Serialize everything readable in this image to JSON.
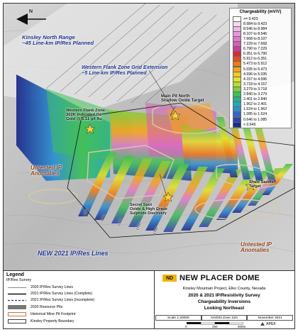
{
  "map": {
    "labels": {
      "kinsley_north": "Kinsley North Range\n~45 Line-km IP/Res Planned",
      "western_flank_grid": "Western Flank Zone Grid Extension\n~5 Line-km IP/Res Planned",
      "main_pit_north": "Main Pit North\nShallow Oxide Target",
      "western_flank_zone": "Western Flank Zone\n302K Indicated Oz\nGold @ 6.11 g/t Au",
      "untested_left": "Untested IP\nAnomalies",
      "secret_spot": "Secret Spot\nOxide & High Grade\nSulphide Discovery",
      "shale_saddle": "Shale Saddle\nTarget",
      "untested_right": "Untested IP\nAnomalies",
      "new_2021": "NEW 2021 IP/Res Lines"
    },
    "line_labels": [
      "LT50",
      "LT50",
      "LT50",
      "LT50",
      "LT50"
    ],
    "north_arrow_label": "N"
  },
  "chargeability_legend": {
    "title": "Chargeability (mV/V)",
    "classes": [
      {
        "label": ">= 9.423",
        "color": "#ffffff"
      },
      {
        "label": "8.984 to 9.423",
        "color": "#f7d7f1"
      },
      {
        "label": "8.546 to 8.984",
        "color": "#efb8e6"
      },
      {
        "label": "8.107 to 8.546",
        "color": "#e79ad9"
      },
      {
        "label": "7.668 to 8.107",
        "color": "#de7bcc"
      },
      {
        "label": "7.229 to 7.668",
        "color": "#d65db8"
      },
      {
        "label": "6.790 to 7.229",
        "color": "#cc3e8f"
      },
      {
        "label": "6.351 to 6.790",
        "color": "#d52b3f"
      },
      {
        "label": "5.912 to 6.351",
        "color": "#e64e1f"
      },
      {
        "label": "5.473 to 5.912",
        "color": "#f07a17"
      },
      {
        "label": "5.035 to 5.473",
        "color": "#f5a41b"
      },
      {
        "label": "4.596 to 5.035",
        "color": "#f3c928"
      },
      {
        "label": "4.157 to 4.596",
        "color": "#e5e12b"
      },
      {
        "label": "3.718 to 4.157",
        "color": "#b8dc33"
      },
      {
        "label": "3.279 to 3.718",
        "color": "#7dcf3d"
      },
      {
        "label": "2.840 to 3.279",
        "color": "#3fbf57"
      },
      {
        "label": "2.401 to 2.840",
        "color": "#27b08a"
      },
      {
        "label": "1.962 to 2.401",
        "color": "#26a8b8"
      },
      {
        "label": "1.524 to 1.962",
        "color": "#2d8fd1"
      },
      {
        "label": "1.085 to 1.524",
        "color": "#2f67c9"
      },
      {
        "label": "0.646 to 1.085",
        "color": "#2c43b0"
      },
      {
        "label": "< 0.646",
        "color": "#1f2a8a"
      }
    ]
  },
  "legend": {
    "title": "Legend",
    "subtitle": "IP/Res Survey",
    "items": [
      {
        "label": "2020 IP/Res Survey Lines",
        "style": "solid-thin"
      },
      {
        "label": "2021 IP/Res Survey Lines (Complete)",
        "style": "solid"
      },
      {
        "label": "2021 IP/Res Survey Lines (Incomplete)",
        "style": "dashed"
      },
      {
        "label": "2020 Resource Pits",
        "style": "fill-gray"
      },
      {
        "label": "Historical Mine Pit Footprint",
        "style": "outline-orange"
      },
      {
        "label": "Kinsley Property Boundary",
        "style": "outline-black"
      }
    ]
  },
  "title_block": {
    "logo_mark": "ND",
    "company": "NEW PLACER DOME",
    "project": "Kinsley Mountain Project, Elko County, Nevada",
    "survey_title": "2020 & 2021 IP/Resistivity Survey",
    "subtitle1": "Chargeability Inversions",
    "subtitle2": "Looking Northeast",
    "scale": "Scale 1:20000",
    "datum": "NAD83 Zone 11N",
    "date": "November 2021",
    "scalebar_labels": [
      "0",
      "250",
      "500m"
    ],
    "credit": "APEX"
  },
  "colors": {
    "accent": "#f2b400",
    "label_blue": "#1b2f8a",
    "label_orange": "#8a3e1c"
  }
}
